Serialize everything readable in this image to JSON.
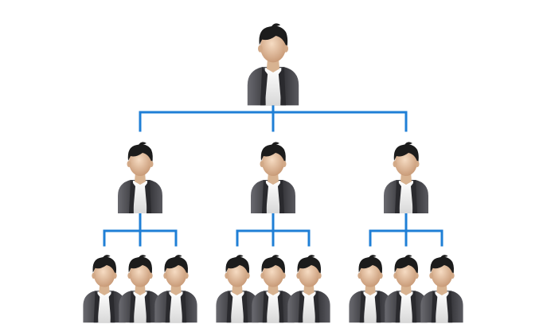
{
  "diagram": {
    "type": "org-chart",
    "colors": {
      "connector": "#1f7fd6",
      "jacket": "#3c3c40",
      "jacket_highlight": "#6a6a70",
      "shirt": "#f4f4f4",
      "skin": "#e9c8a8",
      "hair": "#1c1c1c"
    },
    "icon": "person-avatar-icon",
    "levels": [
      {
        "level": 1,
        "count": 1
      },
      {
        "level": 2,
        "count": 3
      },
      {
        "level": 3,
        "count": 9
      }
    ]
  }
}
